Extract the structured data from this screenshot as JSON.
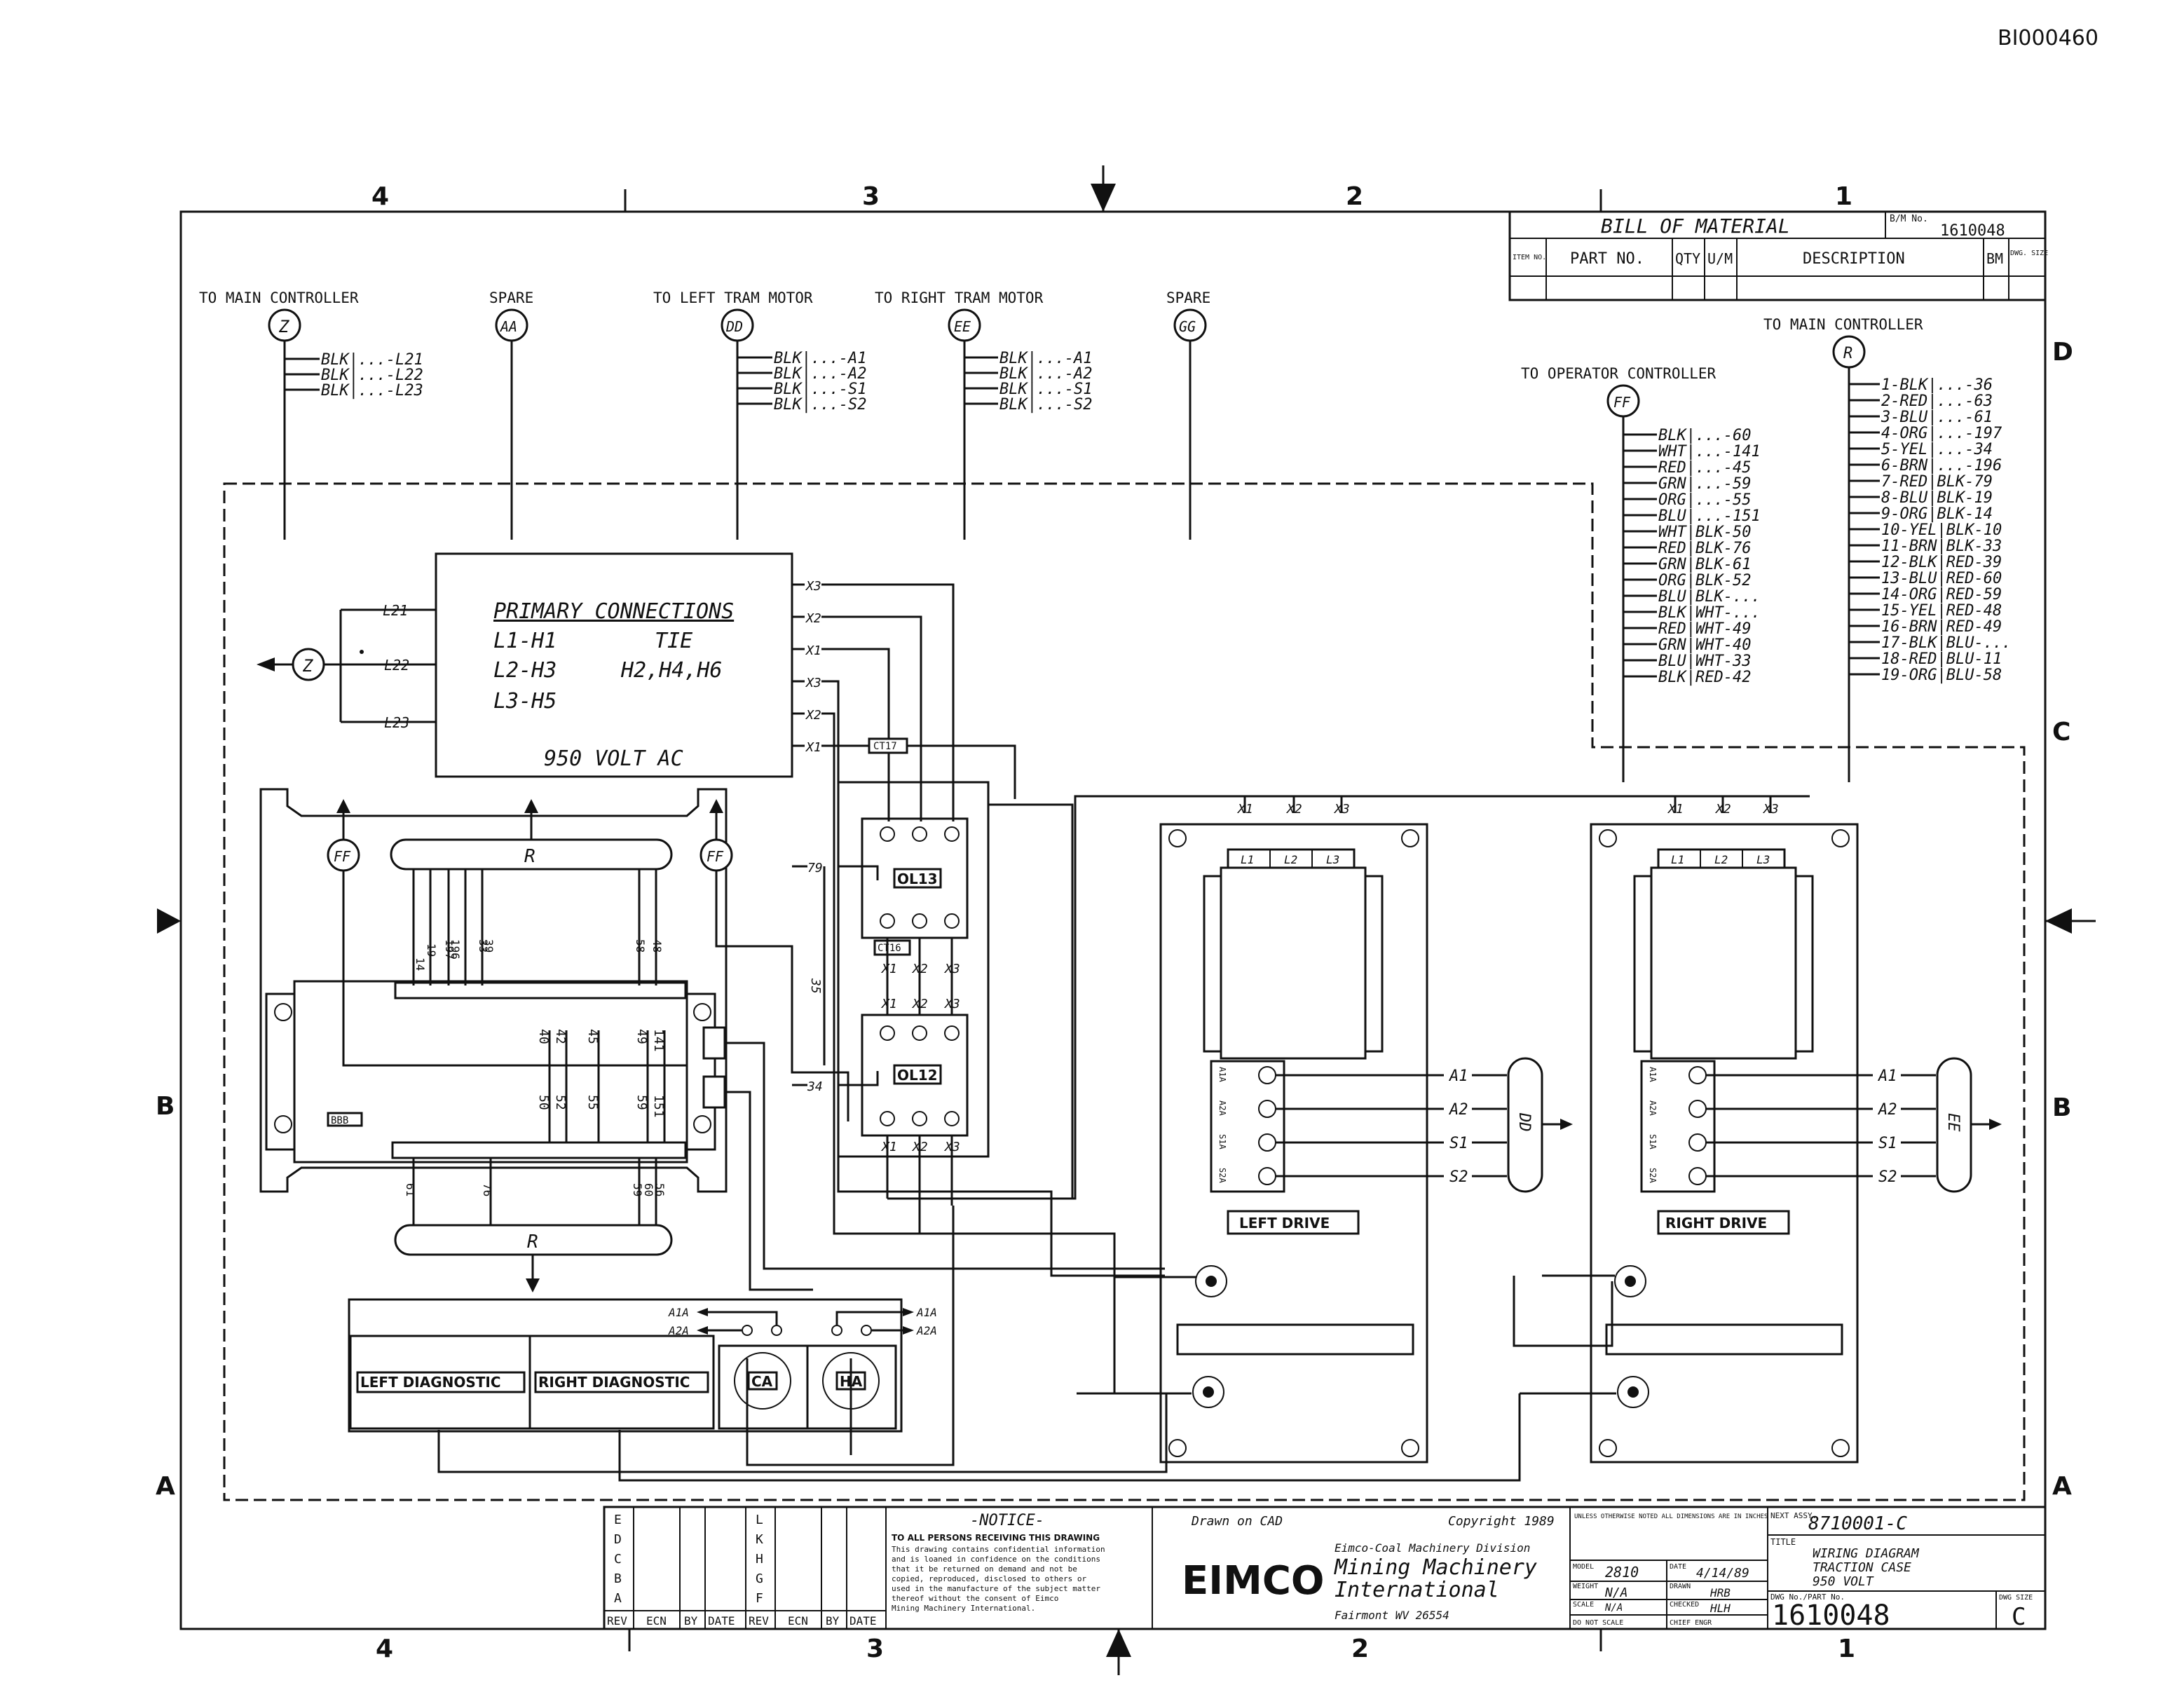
{
  "sheet": {
    "doc_id": "BI000460",
    "zones_top": [
      "4",
      "3",
      "2",
      "1"
    ],
    "zones_side": [
      "D",
      "C",
      "B",
      "A"
    ]
  },
  "bom": {
    "title": "BILL OF MATERIAL",
    "bm_no_label": "B/M No.",
    "bm_no": "1610048",
    "col_item": "ITEM NO.",
    "col_part": "PART NO.",
    "col_qty": "QTY",
    "col_um": "U/M",
    "col_desc": "DESCRIPTION",
    "col_bm": "BM",
    "col_size": "DWG. SIZE"
  },
  "connectors": {
    "z": {
      "label": "TO MAIN CONTROLLER",
      "id": "Z",
      "wires": [
        "BLK|...-L21",
        "BLK|...-L22",
        "BLK|...-L23"
      ]
    },
    "aa": {
      "label": "SPARE",
      "id": "AA"
    },
    "dd": {
      "label": "TO LEFT TRAM MOTOR",
      "id": "DD",
      "wires": [
        "BLK|...-A1",
        "BLK|...-A2",
        "BLK|...-S1",
        "BLK|...-S2"
      ]
    },
    "ee": {
      "label": "TO RIGHT TRAM MOTOR",
      "id": "EE",
      "wires": [
        "BLK|...-A1",
        "BLK|...-A2",
        "BLK|...-S1",
        "BLK|...-S2"
      ]
    },
    "gg": {
      "label": "SPARE",
      "id": "GG"
    },
    "ff": {
      "label": "TO OPERATOR CONTROLLER",
      "id": "FF",
      "wires": [
        "BLK|...-60",
        "WHT|...-141",
        "RED|...-45",
        "GRN|...-59",
        "ORG|...-55",
        "BLU|...-151",
        "WHT|BLK-50",
        "RED|BLK-76",
        "GRN|BLK-61",
        "ORG|BLK-52",
        "BLU|BLK-...",
        "BLK|WHT-...",
        "RED|WHT-49",
        "GRN|WHT-40",
        "BLU|WHT-33",
        "BLK|RED-42"
      ]
    },
    "r": {
      "label": "TO MAIN CONTROLLER",
      "id": "R",
      "wires": [
        "1-BLK|...-36",
        "2-RED|...-63",
        "3-BLU|...-61",
        "4-ORG|...-197",
        "5-YEL|...-34",
        "6-BRN|...-196",
        "7-RED|BLK-79",
        "8-BLU|BLK-19",
        "9-ORG|BLK-14",
        "10-YEL|BLK-10",
        "11-BRN|BLK-33",
        "12-BLK|RED-39",
        "13-BLU|RED-60",
        "14-ORG|RED-59",
        "15-YEL|RED-48",
        "16-BRN|RED-49",
        "17-BLK|BLU-...",
        "18-RED|BLU-11",
        "19-ORG|BLU-58"
      ]
    }
  },
  "transformer": {
    "title": "PRIMARY CONNECTIONS",
    "row1_left": "L1-H1",
    "row1_right": "TIE",
    "row2_left": "L2-H3",
    "row2_right": "H2,H4,H6",
    "row3_left": "L3-H5",
    "rating": "950 VOLT AC",
    "in_terms": [
      "L21",
      "L22",
      "L23"
    ],
    "out_terms": [
      "X3",
      "X2",
      "X1",
      "X3",
      "X2",
      "X1"
    ],
    "z_label": "Z"
  },
  "board": {
    "r_top": "R",
    "r_bottom": "R",
    "ff_left": "FF",
    "ff_right": "FF",
    "top_nums": [
      "14",
      "19",
      "197",
      "196",
      "33",
      "39",
      "58",
      "48"
    ],
    "mid_nums_top": [
      "40",
      "42",
      "45",
      "49",
      "141"
    ],
    "mid_nums_bot": [
      "50",
      "52",
      "55",
      "59",
      "151"
    ],
    "bot_nums": [
      "61",
      "76",
      "59",
      "60",
      "56"
    ],
    "tag": "BBB"
  },
  "overloads": {
    "ct1": "CT17",
    "ct2": "CT16",
    "ol1": "OL13",
    "ol2": "OL12",
    "wire79": "79",
    "wire35": "35",
    "wire34": "34",
    "terms": [
      "X1",
      "X2",
      "X3"
    ]
  },
  "drives": {
    "left": {
      "name": "LEFT DRIVE",
      "conn": "DD"
    },
    "right": {
      "name": "RIGHT DRIVE",
      "conn": "EE"
    },
    "line_terms": [
      "L1",
      "L2",
      "L3"
    ],
    "x_terms": [
      "X1",
      "X2",
      "X3"
    ],
    "side_terms": [
      "A1A",
      "A2A",
      "S1A",
      "S2A"
    ],
    "out_labels": [
      "A1",
      "A2",
      "S1",
      "S2"
    ]
  },
  "diagnostics": {
    "left": "LEFT DIAGNOSTIC",
    "right": "RIGHT DIAGNOSTIC",
    "ca": "CA",
    "ha": "HA",
    "a1a_left": "A1A",
    "a2a_left": "A2A",
    "a1a_right": "A1A",
    "a2a_right": "A2A"
  },
  "title_block": {
    "revs_left": [
      "E",
      "D",
      "C",
      "B",
      "A"
    ],
    "revs_right": [
      "L",
      "K",
      "H",
      "G",
      "F"
    ],
    "rev_cols": [
      "REV",
      "ECN",
      "BY",
      "DATE"
    ],
    "notice_title": "-NOTICE-",
    "notice_lines": [
      "TO ALL PERSONS RECEIVING THIS DRAWING",
      "This drawing contains confidential information",
      "and is loaned in confidence on the conditions",
      "that it be returned on demand and not be",
      "copied, reproduced, disclosed to others or",
      "used in the manufacture of the subject matter",
      "thereof without the consent of Eimco",
      "Mining Machinery International."
    ],
    "drawn_on": "Drawn on CAD",
    "copyright": "Copyright 1989",
    "company_logo": "EIMCO",
    "company_div": "Eimco-Coal Machinery Division",
    "company_line1": "Mining Machinery",
    "company_line2": "International",
    "company_addr": "Fairmont WV 26554",
    "tol_note": "UNLESS OTHERWISE NOTED ALL DIMENSIONS ARE IN INCHES",
    "model_label": "MODEL",
    "model": "2810",
    "date_label": "DATE",
    "date": "4/14/89",
    "weight_label": "WEIGHT",
    "weight": "N/A",
    "drawn_label": "DRAWN",
    "drawn": "HRB",
    "scale_label": "SCALE",
    "scale": "N/A",
    "checked_label": "CHECKED",
    "checked": "HLH",
    "noscale": "DO NOT SCALE",
    "chief_label": "CHIEF ENGR",
    "next_assy_label": "NEXT ASSY.",
    "next_assy": "8710001-C",
    "title_label": "TITLE",
    "title1": "WIRING DIAGRAM",
    "title2": "TRACTION CASE",
    "title3": "950 VOLT",
    "dwg_label": "DWG No./PART No.",
    "dwg_no": "1610048",
    "size_label": "DWG SIZE",
    "size": "C"
  }
}
